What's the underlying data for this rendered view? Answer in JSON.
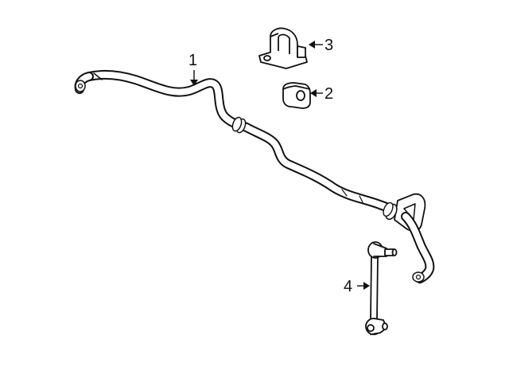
{
  "callouts": {
    "c1": "1",
    "c2": "2",
    "c3": "3",
    "c4": "4"
  },
  "parts": {
    "stabilizer_bar": "stabilizer-bar",
    "bushing": "bushing",
    "bracket": "bushing-bracket",
    "link": "stabilizer-link"
  },
  "colors": {
    "line": "#111111",
    "fill": "#ffffff"
  }
}
